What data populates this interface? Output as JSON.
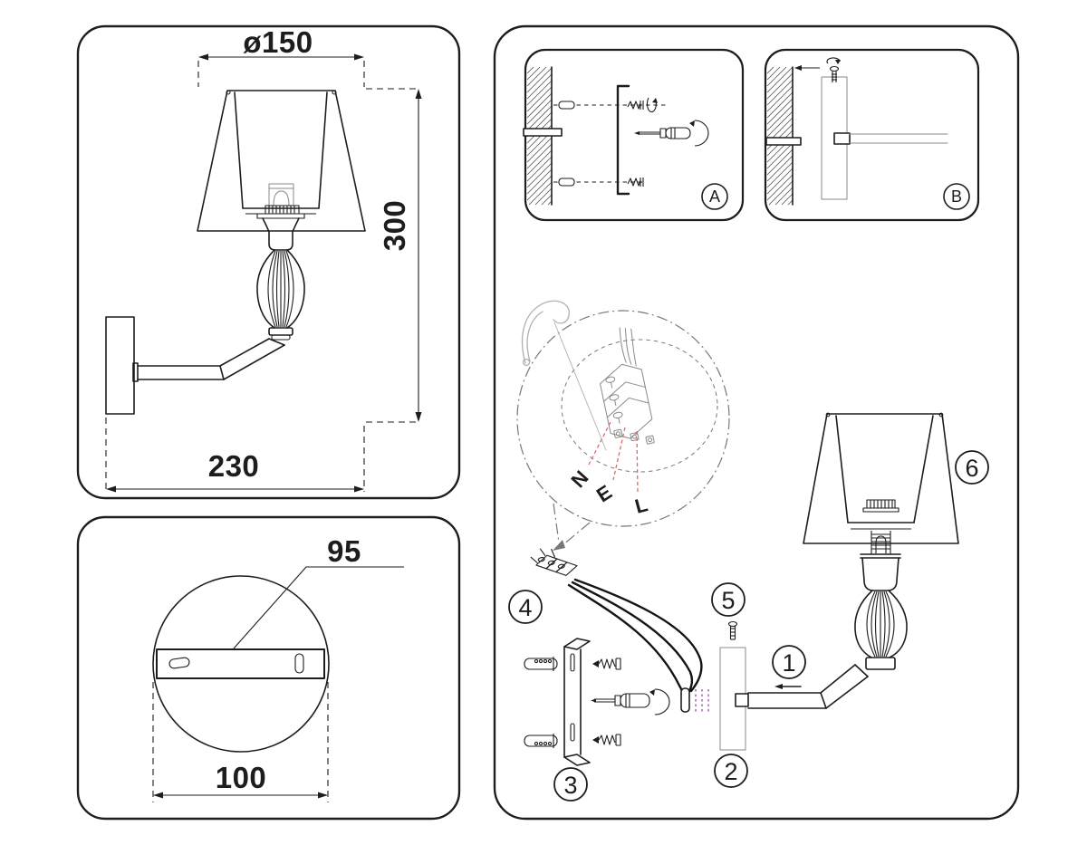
{
  "colors": {
    "ink": "#1d1d1d",
    "sketch_gray": "#9a9a9a",
    "leader_red": "#dd6a6a",
    "insert_purple": "#b26ab8",
    "background": "#ffffff"
  },
  "side_view_panel": {
    "shade_diameter_label": "ø150",
    "height_label": "300",
    "projection_label": "230"
  },
  "back_view_panel": {
    "bracket_length_label": "95",
    "plate_diameter_label": "100"
  },
  "installation_panel": {
    "detail_a_label": "A",
    "detail_b_label": "B",
    "wiring_labels": {
      "neutral": "N",
      "earth": "E",
      "live": "L"
    },
    "step_labels": {
      "s1": "1",
      "s2": "2",
      "s3": "3",
      "s4": "4",
      "s5": "5",
      "s6": "6"
    }
  }
}
